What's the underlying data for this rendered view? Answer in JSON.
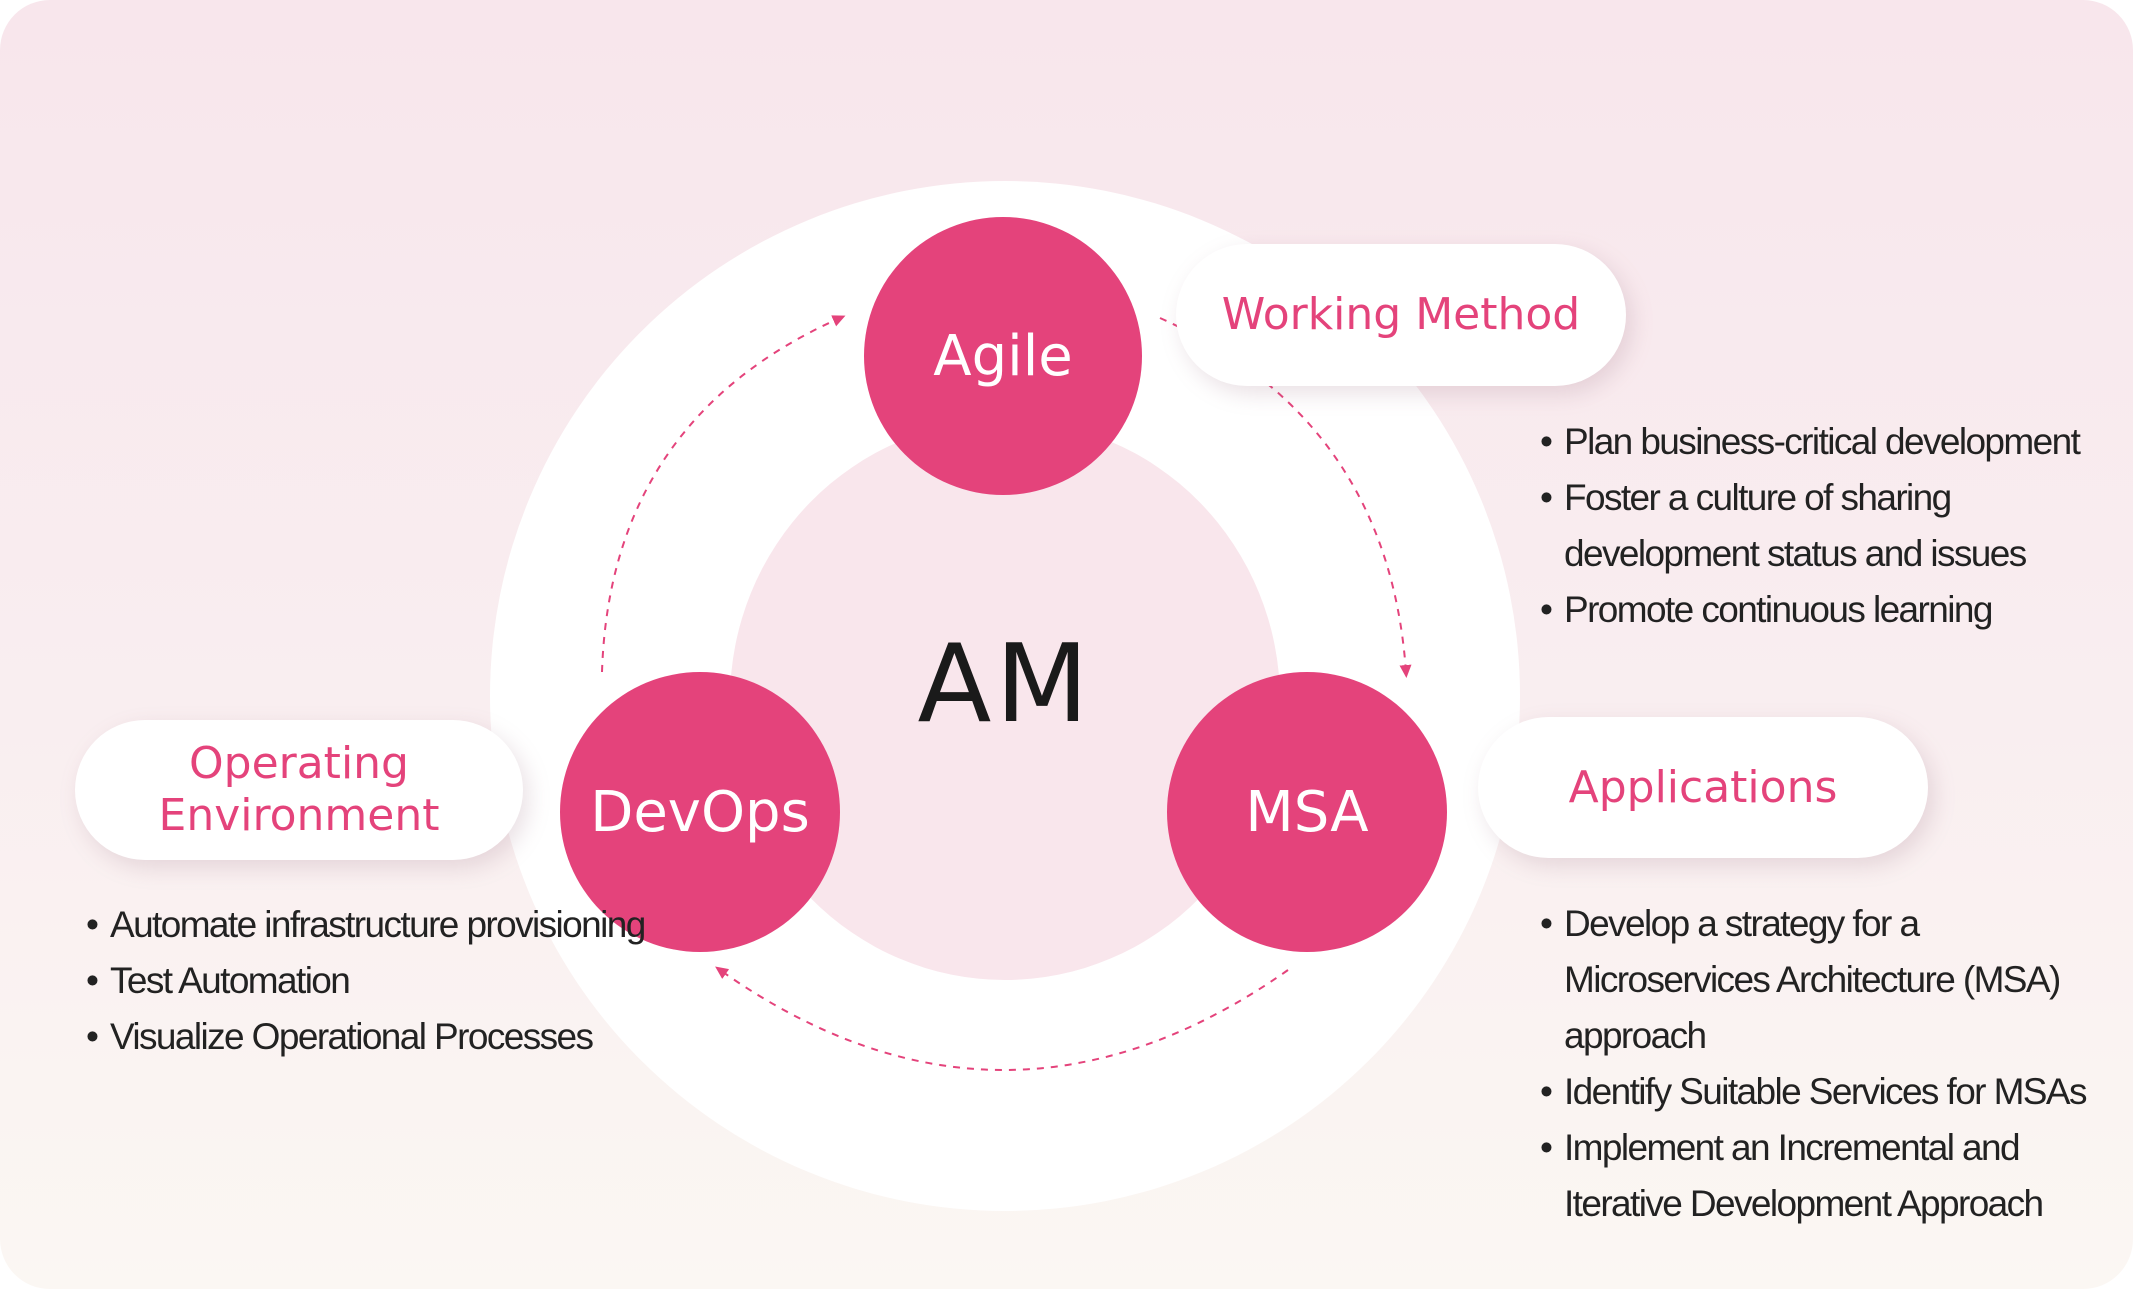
{
  "diagram": {
    "center": "AM",
    "nodes": {
      "agile": "Agile",
      "devops": "DevOps",
      "msa": "MSA"
    },
    "pills": {
      "working_method": "Working Method",
      "operating_environment_line1": "Operating",
      "operating_environment_line2": "Environment",
      "applications": "Applications"
    },
    "bullet_glyph": "•",
    "working_method_points": [
      "Plan business-critical development",
      "Foster a culture of sharing development status and issues",
      "Promote continuous learning"
    ],
    "operating_environment_points": [
      "Automate infrastructure provisioning",
      "Test Automation",
      "Visualize Operational Processes"
    ],
    "applications_points": [
      "Develop a strategy for a Microservices Architecture (MSA) approach",
      "Identify Suitable Services for MSAs",
      "Implement an Incremental and Iterative Development Approach"
    ],
    "colors": {
      "accent": "#e4437b",
      "arrow": "#e4437b",
      "text": "#222222",
      "inner_disc": "#f9e6ec",
      "ring": "#ffffff"
    }
  }
}
